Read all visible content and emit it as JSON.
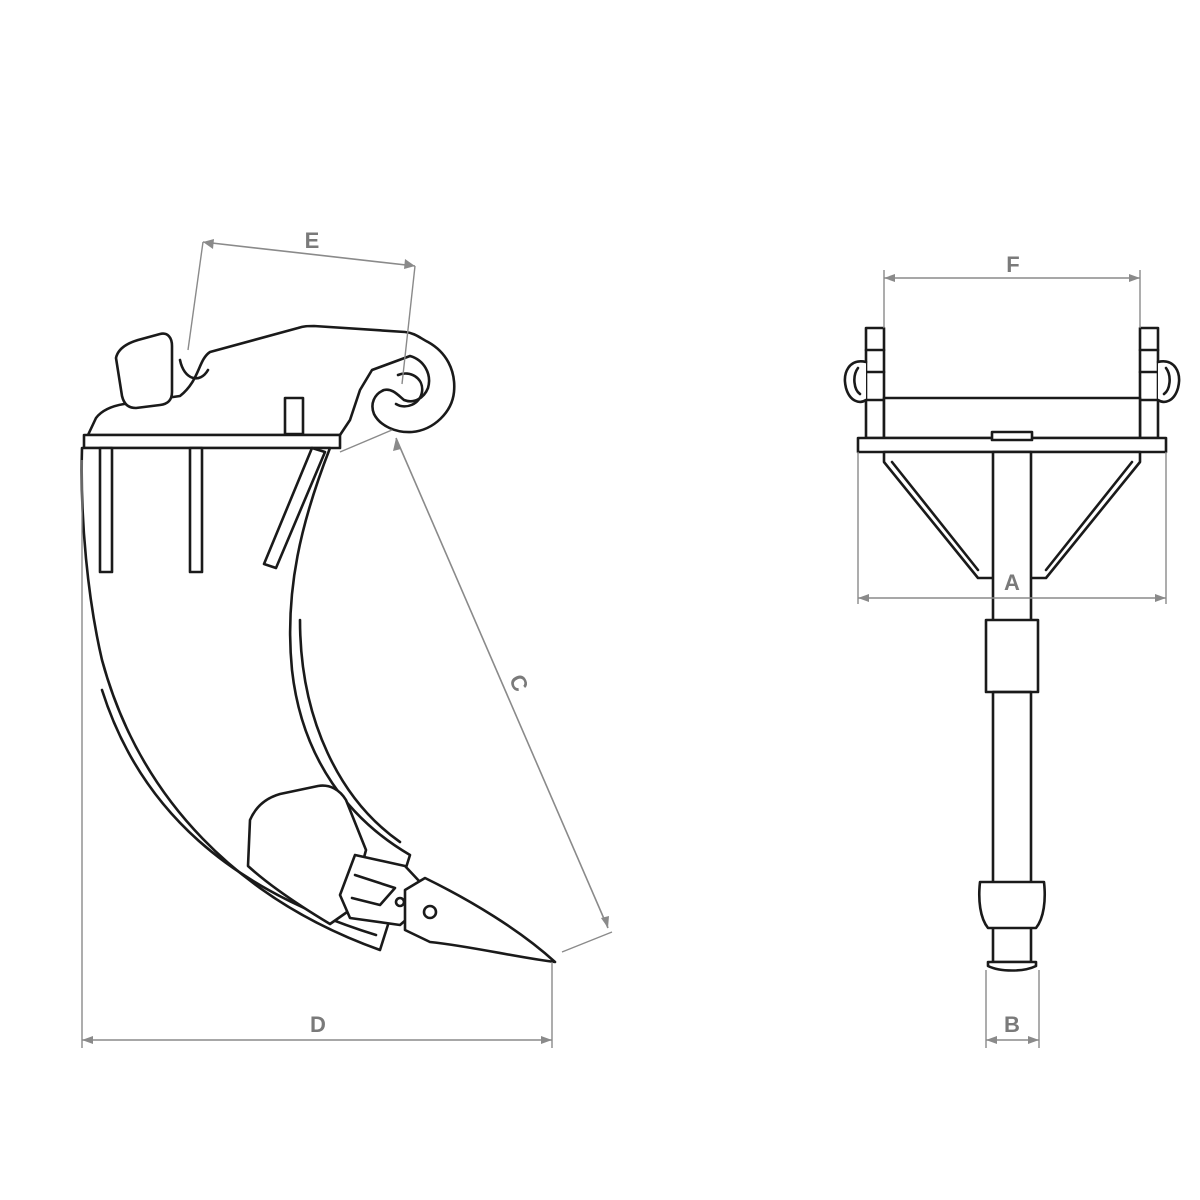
{
  "dimension_labels": {
    "a": "A",
    "b": "B",
    "c": "C",
    "d": "D",
    "e": "E",
    "f": "F"
  },
  "colors": {
    "line": "#1a1a1a",
    "dimension": "#8a8a8a",
    "label": "#7a7a7a",
    "background": "#ffffff"
  }
}
